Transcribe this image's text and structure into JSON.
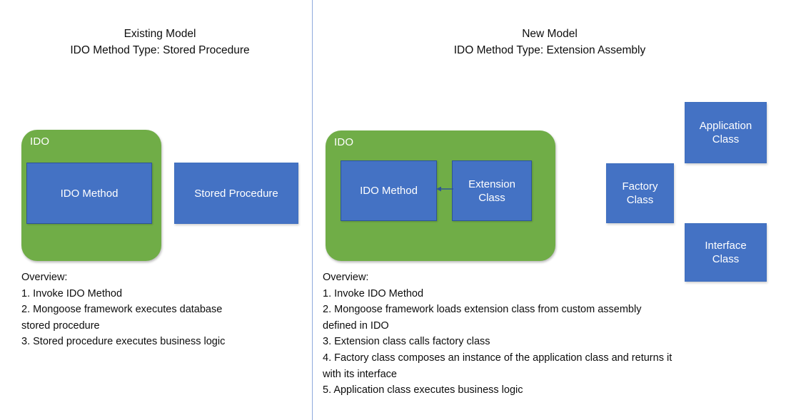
{
  "theme": {
    "green": "#70AD47",
    "blue": "#4472C4",
    "blue_border": "#2E5496",
    "divider": "#8FAADC",
    "text": "#0D0D0D",
    "box_text": "#FFFFFF",
    "background": "#FFFFFF"
  },
  "left_panel": {
    "title_line1": "Existing Model",
    "title_line2": "IDO Method Type: Stored Procedure",
    "container_label": "IDO",
    "boxes": {
      "ido_method": "IDO Method",
      "stored_procedure": "Stored Procedure"
    },
    "overview": {
      "heading": "Overview:",
      "lines": [
        "1. Invoke IDO Method",
        "2. Mongoose framework executes database",
        "stored procedure",
        "3. Stored procedure executes business logic"
      ]
    }
  },
  "right_panel": {
    "title_line1": "New Model",
    "title_line2": "IDO Method Type: Extension Assembly",
    "container_label": "IDO",
    "boxes": {
      "ido_method": "IDO Method",
      "extension_class": "Extension\nClass",
      "extension_class_line1": "Extension",
      "extension_class_line2": "Class",
      "application_class_line1": "Application",
      "application_class_line2": "Class",
      "factory_class_line1": "Factory",
      "factory_class_line2": "Class",
      "interface_class_line1": "Interface",
      "interface_class_line2": "Class"
    },
    "arrow": {
      "direction": "left",
      "from": "Extension Class",
      "to": "IDO Method"
    },
    "overview": {
      "heading": "Overview:",
      "lines": [
        "1. Invoke IDO Method",
        "2. Mongoose framework loads extension class from custom assembly",
        "defined in IDO",
        "3. Extension class calls factory class",
        "4. Factory class composes an instance of the application class and returns it",
        "with its interface",
        "5. Application class executes business logic"
      ]
    }
  }
}
